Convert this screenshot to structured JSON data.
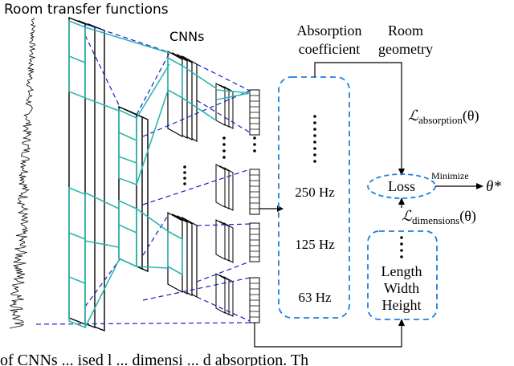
{
  "labels": {
    "rtf": "Room transfer functions",
    "cnns": "CNNs",
    "absorption_l1": "Absorption",
    "absorption_l2": "coefficient",
    "geometry_l1": "Room",
    "geometry_l2": "geometry",
    "loss": "Loss",
    "minimize": "Minimize",
    "theta_star": "θ*",
    "loss_absorption_main": "ℒ",
    "loss_absorption_sub": "absorption",
    "loss_absorption_arg": "(θ)",
    "loss_dimensions_main": "ℒ",
    "loss_dimensions_sub": "dimensions",
    "loss_dimensions_arg": "(θ)"
  },
  "absorption_bands": [
    "250 Hz",
    "125 Hz",
    "63 Hz"
  ],
  "geometry_outputs": [
    "Length",
    "Width",
    "Height"
  ],
  "bottom_text": "of CNNs ... ised l ... dimensi ... d absorption. Th",
  "colors": {
    "accent": "#1f7fdc",
    "teal": "#2ab7b0",
    "dashed_blue": "#1a1ac8",
    "ink": "#000000"
  }
}
